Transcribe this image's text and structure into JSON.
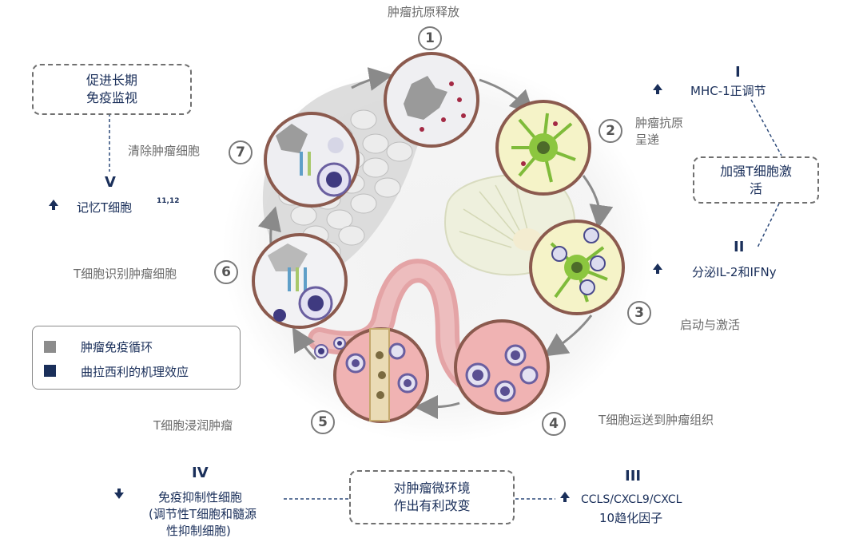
{
  "cycle_steps": [
    {
      "num": "1",
      "label": "肿瘤抗原释放"
    },
    {
      "num": "2",
      "label_line1": "肿瘤抗原",
      "label_line2": "呈递"
    },
    {
      "num": "3",
      "label": "启动与激活"
    },
    {
      "num": "4",
      "label": "T细胞运送到肿瘤组织"
    },
    {
      "num": "5",
      "label": "T细胞浸润肿瘤"
    },
    {
      "num": "6",
      "label": "T细胞识别肿瘤细胞"
    },
    {
      "num": "7",
      "label": "清除肿瘤细胞"
    }
  ],
  "effects": {
    "I": {
      "roman": "I",
      "text": "MHC-1正调节",
      "direction": "up"
    },
    "II": {
      "roman": "II",
      "text": "分泌IL-2和IFNy",
      "direction": "up"
    },
    "III": {
      "roman": "III",
      "line1": "CCLS/CXCL9/CXCL",
      "line2": "10趋化因子",
      "direction": "up"
    },
    "IV": {
      "roman": "IV",
      "line1": "免疫抑制性细胞",
      "line2": "(调节性T细胞和髓源",
      "line3": "性抑制细胞)",
      "direction": "down"
    },
    "V": {
      "roman": "V",
      "text": "记忆T细胞",
      "refs": "11,12",
      "direction": "up"
    }
  },
  "boxes": {
    "memory": {
      "line1": "促进长期",
      "line2": "免疫监视"
    },
    "tcell": {
      "line1": "加强T细胞激",
      "line2": "活"
    },
    "micro": {
      "line1": "对肿瘤微环境",
      "line2": "作出有利改变"
    }
  },
  "legend": [
    {
      "label": "肿瘤免疫循环",
      "color": "#8c8c8c"
    },
    {
      "label": "曲拉西利的机理效应",
      "color": "#1a2f5a"
    }
  ],
  "colors": {
    "navy": "#1a2f5a",
    "cycle_gray": "#8c8c8c"
  }
}
